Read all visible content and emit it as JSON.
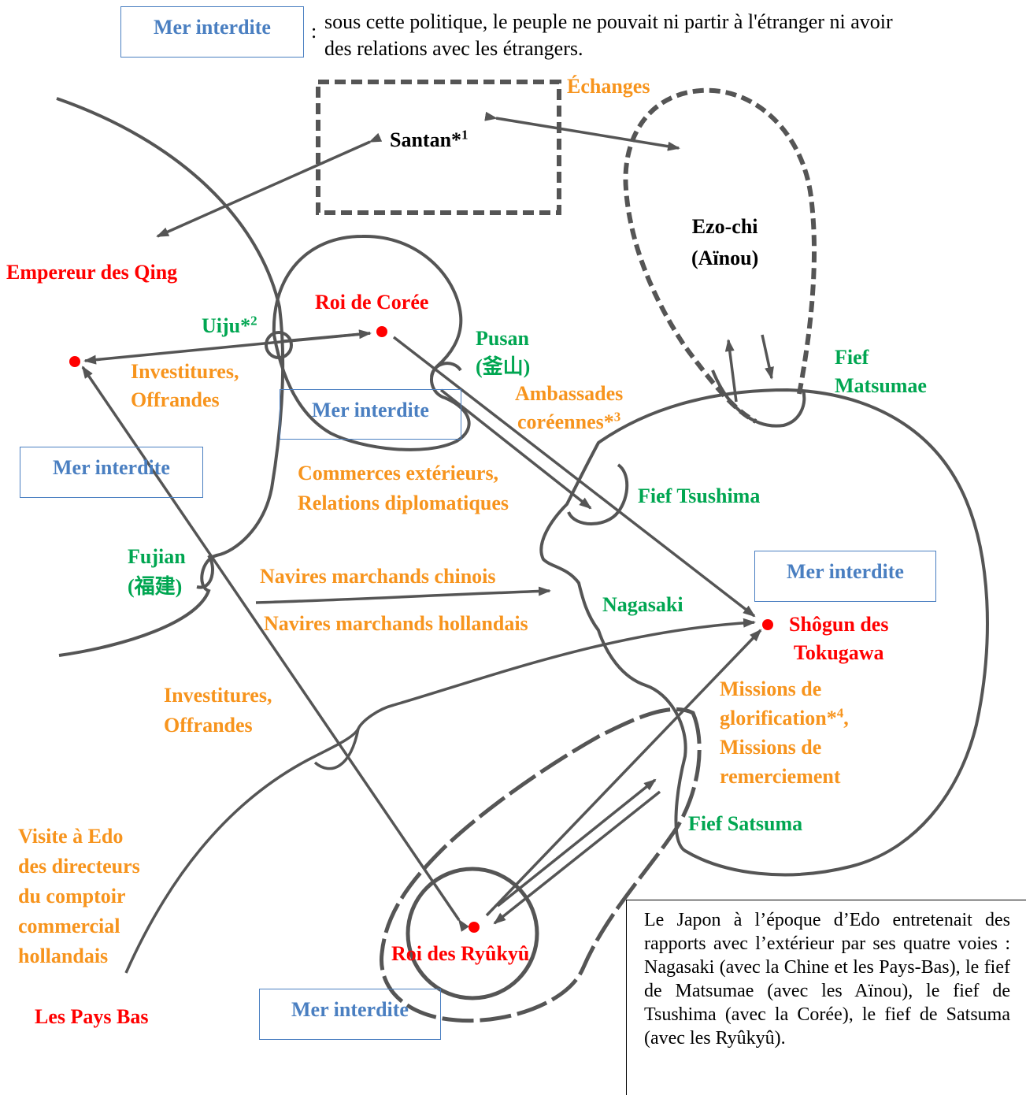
{
  "legend": {
    "label": "Mer interdite",
    "colon": ":",
    "text_line1": "sous cette politique, le peuple ne pouvait ni partir à l'étranger ni avoir",
    "text_line2": "des relations avec les étrangers."
  },
  "sea_boxes": {
    "korea": "Mer interdite",
    "qing": "Mer interdite",
    "japan": "Mer interdite",
    "ryukyu": "Mer interdite"
  },
  "places": {
    "santan": "Santan*",
    "santan_note": "1",
    "ezo_line1": "Ezo-chi",
    "ezo_line2": "(Aïnou)",
    "qing_emperor": "Empereur des Qing",
    "korea_king": "Roi de Corée",
    "uiju": "Uiju*",
    "uiju_note": "2",
    "pusan_line1": "Pusan",
    "pusan_line2": "(釜山)",
    "matsumae_line1": "Fief",
    "matsumae_line2": "Matsumae",
    "tsushima": "Fief Tsushima",
    "fujian_line1": "Fujian",
    "fujian_line2": "(福建)",
    "nagasaki": "Nagasaki",
    "shogun_line1": "Shôgun des",
    "shogun_line2": "Tokugawa",
    "satsuma": "Fief Satsuma",
    "ryukyu_king": "Roi des Ryûkyû",
    "netherlands": "Les Pays Bas"
  },
  "relations": {
    "exchanges": "Échanges",
    "investitures_qing_line1": "Investitures,",
    "investitures_qing_line2": "Offrandes",
    "embassies_line1": "Ambassades",
    "embassies_line2": "coréennes*",
    "embassies_note": "3",
    "commerce_line1": "Commerces extérieurs,",
    "commerce_line2": "Relations diplomatiques",
    "chinese_ships": "Navires marchands chinois",
    "dutch_ships": "Navires marchands hollandais",
    "investitures_ryukyu_line1": "Investitures,",
    "investitures_ryukyu_line2": "Offrandes",
    "missions_line1": "Missions de",
    "missions_line2": "glorification*",
    "missions_note": "4",
    "missions_line2_tail": ",",
    "missions_line3": "Missions de",
    "missions_line4": "remerciement",
    "dutch_visit_line1": "Visite à Edo",
    "dutch_visit_line2": "des directeurs",
    "dutch_visit_line3": "du comptoir",
    "dutch_visit_line4": "commercial",
    "dutch_visit_line5": "hollandais"
  },
  "note": "Le Japon à l’époque d’Edo entretenait des rapports avec l’extérieur par ses quatre voies : Nagasaki (avec la Chine et les Pays-Bas), le fief de Matsumae (avec les Aïnou), le fief de Tsushima (avec la Corée), le fief de Satsuma (avec les Ryûkyû).",
  "colors": {
    "ruler": "#ff0000",
    "relation": "#f7941d",
    "place": "#00a651",
    "sea_box": "#4a7fc1",
    "line": "#555555"
  }
}
